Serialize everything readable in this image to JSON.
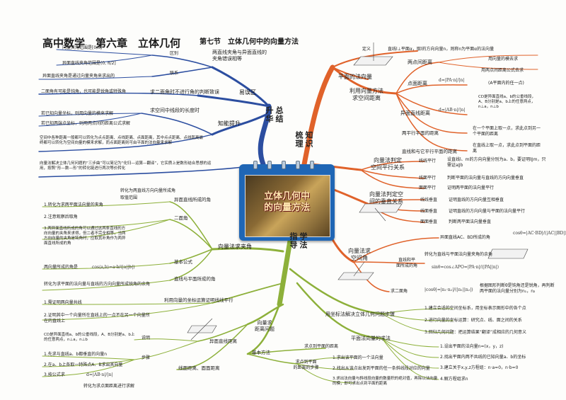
{
  "title": {
    "main": "高中数学　第六章　立体几何",
    "section": "第七节　立体几何中的向量方法"
  },
  "center": {
    "title_line1": "立体几何中",
    "title_line2": "的向量方法"
  },
  "main_branches": {
    "summary": [
      "总结",
      "升华"
    ],
    "knowledge": [
      "知识",
      "梳理"
    ],
    "method": [
      "学法",
      "指导"
    ]
  },
  "summary_section": {
    "easy_mistakes": "易误区",
    "skill": "知能提升",
    "items": {
      "vector_angle_range": "向量夹角范围是[0,π]",
      "line_angle_range": "异面直线夹角范围是(0, π/2]",
      "distinguish": "区别",
      "relation": "联系",
      "relation_text": "异面直线夹角是通过向量夹角来求出的",
      "angle_misconception": "两直线夹角与异面直线的夹角错误相等",
      "dihedral_text": "二面角有可能是钝角，也可能是锐角或特殊角",
      "dihedral_judge": "求二面角时不进行角的判断致误",
      "seg_len_a": "若已知向量坐标，则用向量的模来求解",
      "seg_len_b": "若已知两端点坐标，则用两点间的距离公式求解",
      "seg_len_title": "求空间中线段的长度时",
      "distance_text": "空间中各种距离一般都可以转化为点点距离、点线距离、点面距离，其中点点距离、点线距离最终都可以转化为空间向量的模来求解，而点面距离则可由平面的法向量来求解",
      "three_step": "向量法解决立体几何问题的“三步曲”可以简记为“化归—运算—翻译”，它实质上是数形结合思想的运用，按照“形—数—形”的转化链进行两次等价转化"
    }
  },
  "knowledge_section": {
    "definition": "定义",
    "def_text": "直线l⊥平面α，取l的方向向量n，则称n为平面α的法向量",
    "normal_vector": "平面的法向量",
    "spatial_distance": "利用向量方法\n求空间距离",
    "two_point": "两点间距离",
    "two_point_a": "用向量的模去求",
    "two_point_b": "用两点间距离公式去求",
    "point_plane": "点面距离",
    "point_plane_note": "(A平面内的任一点)",
    "skew_dist": "异面直线距离",
    "skew_note": "CD是异面直线a、b的公垂线段，A、B分别是a、b上的任意两点，n⊥a，n⊥b",
    "parallel_plane": "两平行平面的距离",
    "parallel_plane_note": "在一个平面上取一点，求此点到另一个平面的距离",
    "line_plane_parallel": "直线和与它平行平面的距离",
    "line_plane_note": "在直线上取一点，求此点到平面的距离",
    "parallel_title": "向量法判定\n空间平行关系",
    "ll_parallel": "线线平行",
    "ll_parallel_note": "设直线l、m的方向向量分别为a、b，要证明l∥m，只需证a∥b",
    "lp_parallel": "线面平行",
    "lp_parallel_note": "判断平面的法向量与直线的方向向量垂直",
    "pp_parallel": "面面平行",
    "pp_parallel_note": "证明两平面的法向量平行",
    "perp_title": "向量法判定空\n间的垂直关系",
    "ll_perp": "线线垂直",
    "ll_perp_note": "证明直线的方向向量互相垂直",
    "lp_perp": "线面垂直",
    "lp_perp_note": "证明直线的方向向量与平面的法向量平行",
    "pp_perp": "面面垂直",
    "pp_perp_note": "判断两平面法向量垂直",
    "angle_title": "向量法求\n空间角",
    "skew_angle": "异面直线AC、BD所成的角",
    "lp_angle": "直线和平\n面所成的角",
    "lp_angle_note": "转化为直线与平面法向量夹角的余角",
    "dihedral": "求二面角",
    "dihedral_note": "根据图形判断θ是钝角还是锐角，再判断两平面的法向量分别为n₁，n₂"
  },
  "method_section": {
    "angle_method": "向量法求夹角",
    "skew_line_angle": "异面直线所成的角",
    "skew_line_angle_note": "转化为两直线方向向量所成角",
    "range_label": "取值范围",
    "dihedral": "二面角",
    "d1": "1.转化为求两平面法向量的夹角",
    "d2": "2.注意观察后取角",
    "d3": "3.两异面直线所成的角可以通过这两条直线的方向向量的夹角来求得，但二者不完全相等，当两方向向量的夹角是钝角时，应取其补角作为两异面直线所成的角",
    "basic_formula": "基本公式",
    "basic_formula_text": "两向量所成的角是",
    "lp_angle": "直线与平面所成的角",
    "lp_angle_text": "转化为求平面的法向量与直线的方向向量所成锐角的余角",
    "coord_perp": "利用向量的坐标运算证明线线平行",
    "step1": "1.需证明两向量共线",
    "step2": "2.证明其中一个向量所在直线上的一点不在另一个向量所在的直线上",
    "distance_problem": "向量求\n距离问题",
    "skew_distance": "异面直线距离",
    "explain": "说明",
    "explain_text": "CD是异面直线a、b的公垂线段，A、B分别是a、b上的任意两点，n⊥a，n⊥b",
    "steps": "步骤",
    "s1": "1.先求与直线a、b都垂直的向量n",
    "s2": "2.在a、b上各取一特殊点A、B求出其向量",
    "s3": "3.按公式求",
    "line_plane_dist": "线面距离、面面距离",
    "line_plane_dist_note": "转化为求点面距离进行求解",
    "basic_method": "基本方法",
    "point_plane": "求点到平面的距离",
    "pp_steps": "求点到平面\n的距离的步骤",
    "p1": "1.求出该平面的一个法向量",
    "p2": "2.找出从该点出发到平面的任一条斜线段对应的向量",
    "p3": "3.求出法向量与斜线段向量的数量积的绝对值，再除以法向量的模，即可求出点到平面的距离",
    "coord_method": "用坐标法解决立体几何问题步骤",
    "c1": "1.建立合适的空间坐标系，用坐标表示图形中的各个点",
    "c2": "2.进行向量的坐标运算：研究点、线、面之间的关系",
    "c3": "3.回归几何问题：把运算结果“翻译”成相应的几何意义",
    "normal_method": "平面法向量的求法",
    "n1": "1.设出平面的法向量n=(x，y，z)",
    "n2": "2.找出平面内两不共线的已知向量a、b的坐标",
    "n3": "3.建立关于x,y,z方程组：n·a=0，n·b=0",
    "n4": "4.解方程组求n"
  },
  "colors": {
    "blue": "#2c4ea0",
    "orange": "#e0622a",
    "green": "#8db03a",
    "calendar": "#1f66b5"
  }
}
